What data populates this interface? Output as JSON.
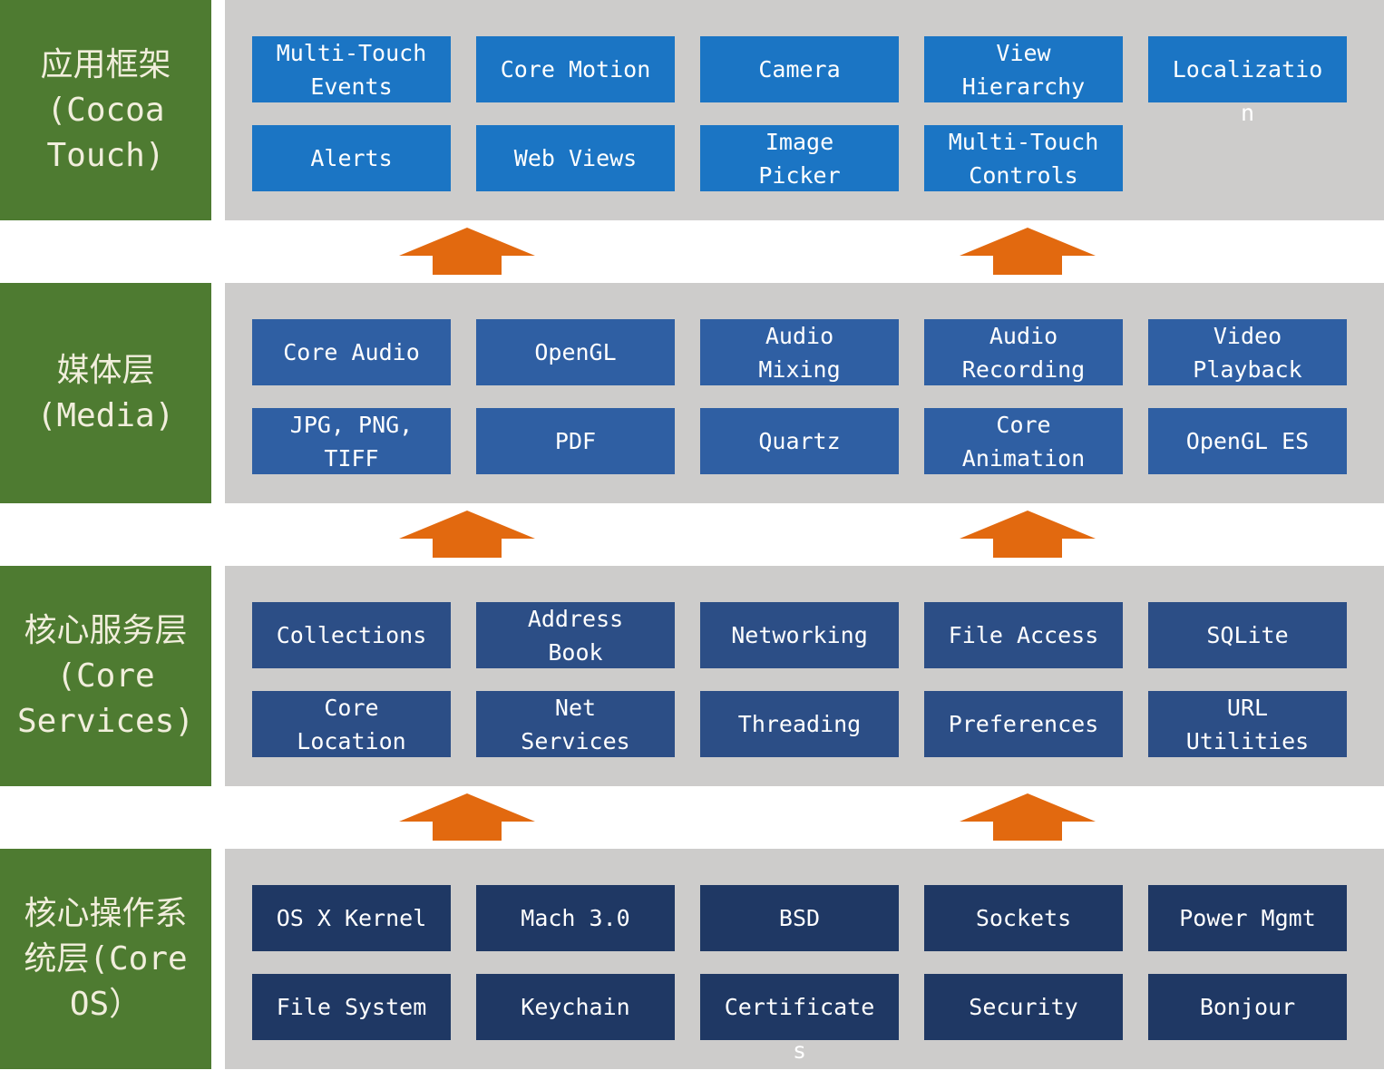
{
  "colors": {
    "green": "#4E7B31",
    "panel_gray": "#CDCCCB",
    "arrow_orange": "#E2690F",
    "green_label_text": "#F1EEDC",
    "box_text": "#FFFFFF"
  },
  "layers": [
    {
      "id": "cocoa-touch",
      "label": "应用框架\n(Cocoa\nTouch)",
      "box_color": "#1B75C4",
      "boxes": [
        {
          "label": "Multi-Touch\nEvents"
        },
        {
          "label": "Core Motion"
        },
        {
          "label": "Camera"
        },
        {
          "label": "View\nHierarchy"
        },
        {
          "label": "Localization"
        },
        {
          "label": "Alerts"
        },
        {
          "label": "Web Views"
        },
        {
          "label": "Image\nPicker"
        },
        {
          "label": "Multi-Touch\nControls"
        }
      ]
    },
    {
      "id": "media",
      "label": "媒体层\n(Media)",
      "box_color": "#2F5FA3",
      "boxes": [
        {
          "label": "Core Audio"
        },
        {
          "label": "OpenGL"
        },
        {
          "label": "Audio\nMixing"
        },
        {
          "label": "Audio\nRecording"
        },
        {
          "label": "Video\nPlayback"
        },
        {
          "label": "JPG, PNG,\nTIFF"
        },
        {
          "label": "PDF"
        },
        {
          "label": "Quartz"
        },
        {
          "label": "Core\nAnimation"
        },
        {
          "label": "OpenGL ES"
        }
      ]
    },
    {
      "id": "core-services",
      "label": "核心服务层\n(Core\nServices)",
      "box_color": "#2C4E86",
      "boxes": [
        {
          "label": "Collections"
        },
        {
          "label": "Address\nBook"
        },
        {
          "label": "Networking"
        },
        {
          "label": "File Access"
        },
        {
          "label": "SQLite"
        },
        {
          "label": "Core\nLocation"
        },
        {
          "label": "Net\nServices"
        },
        {
          "label": "Threading"
        },
        {
          "label": "Preferences"
        },
        {
          "label": "URL\nUtilities"
        }
      ]
    },
    {
      "id": "core-os",
      "label": "核心操作系\n统层(Core\nOS）",
      "box_color": "#1F3864",
      "boxes": [
        {
          "label": "OS X Kernel"
        },
        {
          "label": "Mach 3.0"
        },
        {
          "label": "BSD"
        },
        {
          "label": "Sockets"
        },
        {
          "label": "Power Mgmt"
        },
        {
          "label": "File System"
        },
        {
          "label": "Keychain"
        },
        {
          "label": "Certificates"
        },
        {
          "label": "Security"
        },
        {
          "label": "Bonjour"
        }
      ]
    }
  ]
}
